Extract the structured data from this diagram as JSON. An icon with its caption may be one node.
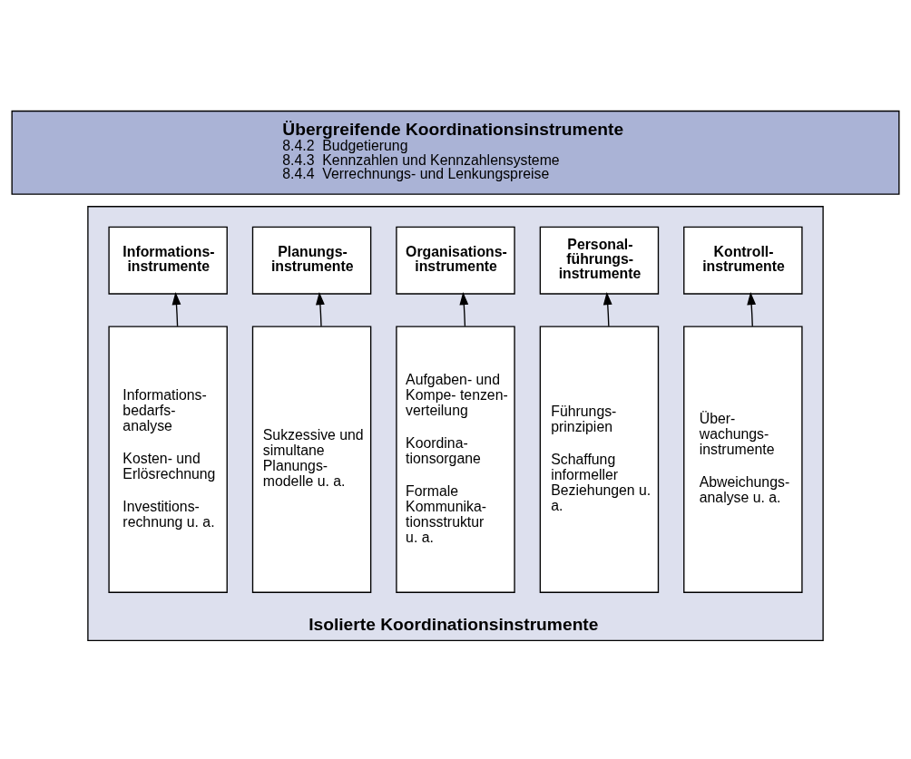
{
  "diagram": {
    "nodes": [
      {
        "text": [
          "Übergreifende Koordinationsinstrumente",
          "8.4.2  Budgetierung",
          "8.4.3  Kennzahlen und Kennzahlensysteme",
          "8.4.4  Verrechnungs- und Lenkungspreise"
        ]
      },
      {
        "text": [
          "Isolierte Koordinationsinstrumente"
        ]
      },
      {
        "text": [
          "Informations- instrumente"
        ],
        "in": 1
      },
      {
        "text": [
          "Planungs- instrumente"
        ],
        "in": 1
      },
      {
        "text": [
          "Organisations- instrumente"
        ],
        "in": 1
      },
      {
        "text": [
          "Personal- führungs- instrumente"
        ],
        "in": 1
      },
      {
        "text": [
          "Kontroll- instrumente"
        ],
        "in": 1
      },
      {
        "text": [
          "Informations- bedarfs- analyse",
          "Kosten- und Erlösrechnung",
          "Investitions- rechnung u. a."
        ],
        "in": 1
      },
      {
        "text": [
          "Sukzessive und simultane Planungs- modelle u. a."
        ],
        "in": 1
      },
      {
        "text": [
          "Aufgaben- und Kompe- tenzen- verteilung",
          "Koordina- tionsorgane",
          "Formale Kommunika- tionsstruktur u. a."
        ],
        "in": 1
      },
      {
        "text": [
          "Führungs- prinzipien",
          "Schaffung informeller Beziehungen u. a."
        ],
        "in": 1
      },
      {
        "text": [
          "Über- wachungs- instrumente",
          "Abweichungs- analyse u. a."
        ],
        "in": 1
      }
    ],
    "edges": [
      {
        "from": 7,
        "to": 2,
        "arrow": "to"
      },
      {
        "from": 8,
        "to": 3,
        "arrow": "to"
      },
      {
        "from": 9,
        "to": 4,
        "arrow": "to"
      },
      {
        "from": 10,
        "to": 5,
        "arrow": "to"
      },
      {
        "from": 11,
        "to": 6,
        "arrow": "to"
      }
    ]
  }
}
